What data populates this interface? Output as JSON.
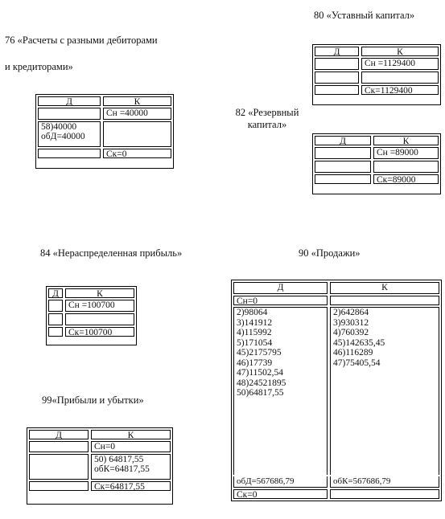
{
  "a80": {
    "title": "80 «Уставный капитал»",
    "d": "Д",
    "k": "К",
    "rows": [
      {
        "d": "",
        "k": "Сн =1129400"
      },
      {
        "d": "",
        "k": ""
      },
      {
        "d": "",
        "k": "Ск=1129400"
      }
    ]
  },
  "a76": {
    "title_l1": "76 «Расчеты с разными дебиторами",
    "title_l2": "и кредиторами»",
    "d": "Д",
    "k": "К",
    "rows": [
      {
        "d": "",
        "k": "Сн =40000"
      },
      {
        "d": "58)40000\nобД=40000",
        "k": ""
      },
      {
        "d": "",
        "k": "Ск=0"
      }
    ]
  },
  "a82": {
    "title": "82 «Резервный капитал»",
    "d": "Д",
    "k": "К",
    "rows": [
      {
        "d": "",
        "k": "Сн =89000"
      },
      {
        "d": "",
        "k": ""
      },
      {
        "d": "",
        "k": "Ск=89000"
      }
    ]
  },
  "a84": {
    "title": "84 «Нераспределенная прибыль»",
    "d": "Д",
    "k": "К",
    "rows": [
      {
        "d": "",
        "k": "Сн =100700"
      },
      {
        "d": "",
        "k": ""
      },
      {
        "d": "",
        "k": "Ск=100700"
      }
    ]
  },
  "a90": {
    "title": "90 «Продажи»",
    "d": "Д",
    "k": "К",
    "open": {
      "d": "Сн=0",
      "k": ""
    },
    "body_d": "2)98064\n3)141912\n4)115992\n5)171054\n45)2175795\n46)17739\n47)11502,54\n48)24521895\n50)64817,55",
    "body_k": "2)642864\n3)930312\n4)760392\n45)1426З5,45\n46)116289\n47)75405,54",
    "turn_d": "обД=567686,79",
    "turn_k": "обК=567686,79",
    "close": {
      "d": "Ск=0",
      "k": ""
    }
  },
  "a99": {
    "title": "99«Прибыли и убытки»",
    "d": "Д",
    "k": "К",
    "rows": [
      {
        "d": "",
        "k": "Сн=0"
      },
      {
        "d": "",
        "k": "50) 64817,55\nобК=64817,55"
      },
      {
        "d": "",
        "k": "Ск=64817,55"
      }
    ]
  }
}
